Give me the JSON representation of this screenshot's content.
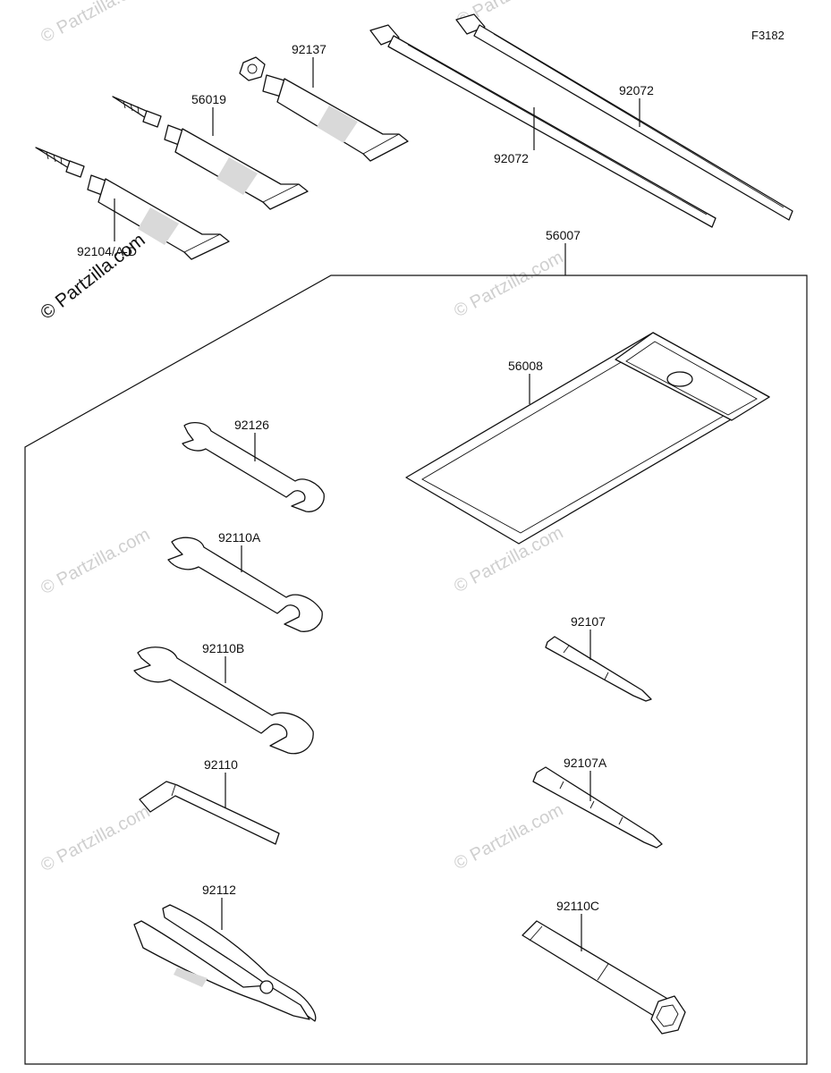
{
  "diagram_code": "F3182",
  "watermark": "© Partzilla.com",
  "parts": {
    "p92137": "92137",
    "p56019": "56019",
    "p92104": "92104/A-D",
    "p92072_upper": "92072",
    "p92072_lower": "92072",
    "p56007": "56007",
    "p56008": "56008",
    "p92126": "92126",
    "p92110A": "92110A",
    "p92110B": "92110B",
    "p92110": "92110",
    "p92112": "92112",
    "p92107": "92107",
    "p92107A": "92107A",
    "p92110C": "92110C"
  }
}
